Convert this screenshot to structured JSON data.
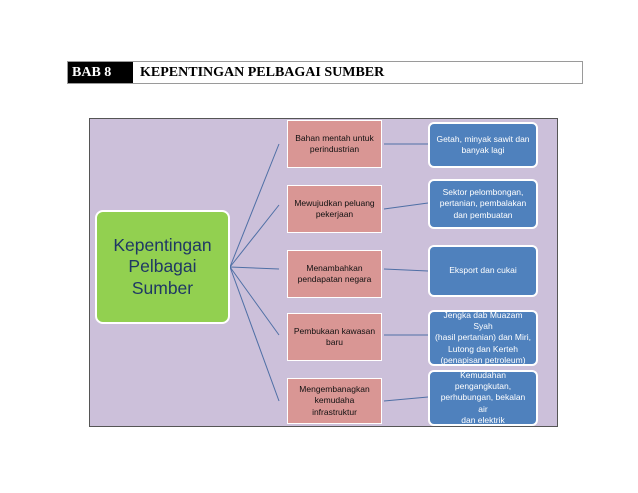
{
  "header": {
    "chapter": "BAB 8",
    "title": "KEPENTINGAN PELBAGAI SUMBER"
  },
  "diagram": {
    "center": "Kepentingan\nPelbagai\nSumber",
    "branches": [
      {
        "item": "Bahan mentah untuk\nperindustrian",
        "detail": "Getah, minyak sawit dan\nbanyak lagi"
      },
      {
        "item": "Mewujudkan peluang\npekerjaan",
        "detail": "Sektor pelombongan,\npertanian, pembalakan\ndan pembuatan"
      },
      {
        "item": "Menambahkan\npendapatan negara",
        "detail": "Eksport dan cukai"
      },
      {
        "item": "Pembukaan kawasan\nbaru",
        "detail": "Jengka dab Muazam Syah\n(hasil pertanian) dan Miri,\nLutong dan Kerteh\n(penapisan petroleum)"
      },
      {
        "item": "Mengembanagkan\nkemudaha infrastruktur",
        "detail": "Kemudahan\npengangkutan,\nperhubungan, bekalan air\ndan elektrik"
      }
    ],
    "colors": {
      "background": "#ccc0da",
      "center": "#92d050",
      "center_text": "#1f3864",
      "item": "#d99694",
      "detail": "#4f81bd",
      "connector": "#4f6fa5"
    }
  }
}
